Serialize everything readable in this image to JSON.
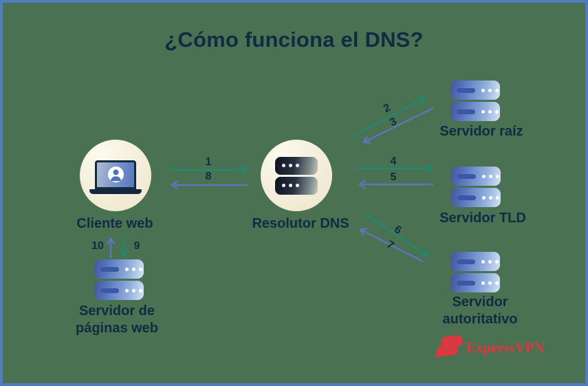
{
  "title": "¿Cómo funciona el DNS?",
  "colors": {
    "background_green": "#4A7152",
    "border_blue": "#4E7DC2",
    "text_navy": "#0F2C42",
    "request_arrow_teal": "#1E8A70",
    "response_arrow_blue": "#5B76B8",
    "circle_cream": "#F4EFDC",
    "server_gradient_dark": "#44549F",
    "server_gradient_light": "#D7E4F6",
    "brand_red": "#D93940"
  },
  "nodes": {
    "cliente_web": {
      "label": "Cliente web",
      "icon": "laptop-user-icon"
    },
    "resolutor_dns": {
      "label": "Resolutor DNS",
      "icon": "dark-server-icon"
    },
    "servidor_raiz": {
      "label": "Servidor raíz",
      "icon": "blue-server-icon"
    },
    "servidor_tld": {
      "label": "Servidor TLD",
      "icon": "blue-server-icon"
    },
    "servidor_autoritativo": {
      "lines": [
        "Servidor",
        "autoritativo"
      ],
      "icon": "blue-server-icon"
    },
    "servidor_paginas_web": {
      "lines": [
        "Servidor de",
        "páginas web"
      ],
      "icon": "blue-server-icon"
    }
  },
  "arrows": [
    {
      "number": "1",
      "from": "cliente_web",
      "to": "resolutor_dns",
      "kind": "request"
    },
    {
      "number": "2",
      "from": "resolutor_dns",
      "to": "servidor_raiz",
      "kind": "request"
    },
    {
      "number": "3",
      "from": "servidor_raiz",
      "to": "resolutor_dns",
      "kind": "response"
    },
    {
      "number": "4",
      "from": "resolutor_dns",
      "to": "servidor_tld",
      "kind": "request"
    },
    {
      "number": "5",
      "from": "servidor_tld",
      "to": "resolutor_dns",
      "kind": "response"
    },
    {
      "number": "6",
      "from": "resolutor_dns",
      "to": "servidor_autoritativo",
      "kind": "request"
    },
    {
      "number": "7",
      "from": "servidor_autoritativo",
      "to": "resolutor_dns",
      "kind": "response"
    },
    {
      "number": "8",
      "from": "resolutor_dns",
      "to": "cliente_web",
      "kind": "response"
    },
    {
      "number": "9",
      "from": "cliente_web",
      "to": "servidor_paginas_web",
      "kind": "request"
    },
    {
      "number": "10",
      "from": "servidor_paginas_web",
      "to": "cliente_web",
      "kind": "response"
    }
  ],
  "brand": {
    "name": "ExpressVPN"
  }
}
